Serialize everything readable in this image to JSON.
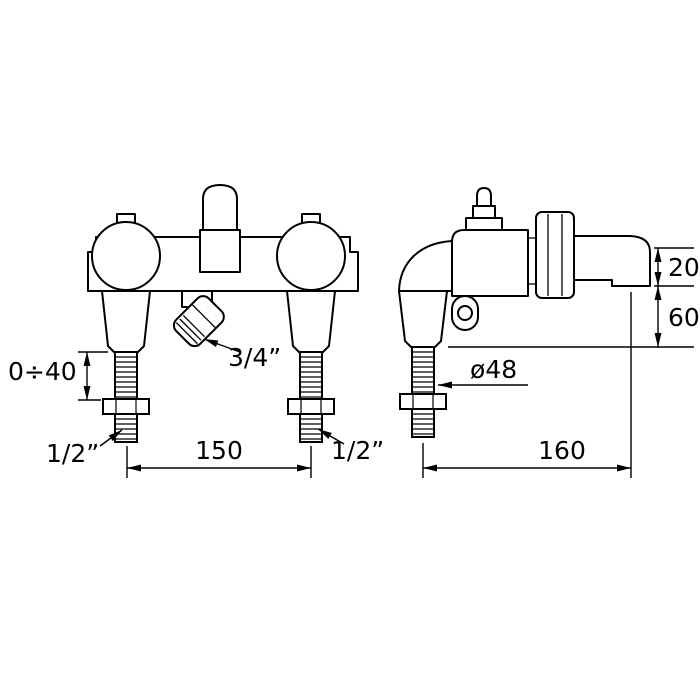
{
  "labels": {
    "front": {
      "height_range": "0÷40",
      "left_inlet_thread": "1/2”",
      "tail_spacing": "150",
      "right_inlet_thread": "1/2”",
      "spout_thread": "3/4”"
    },
    "side": {
      "diameter": "ø48",
      "upper_height": "20",
      "lower_height": "60",
      "reach": "160"
    }
  },
  "colors": {
    "line": "#000000",
    "background": "#ffffff"
  }
}
